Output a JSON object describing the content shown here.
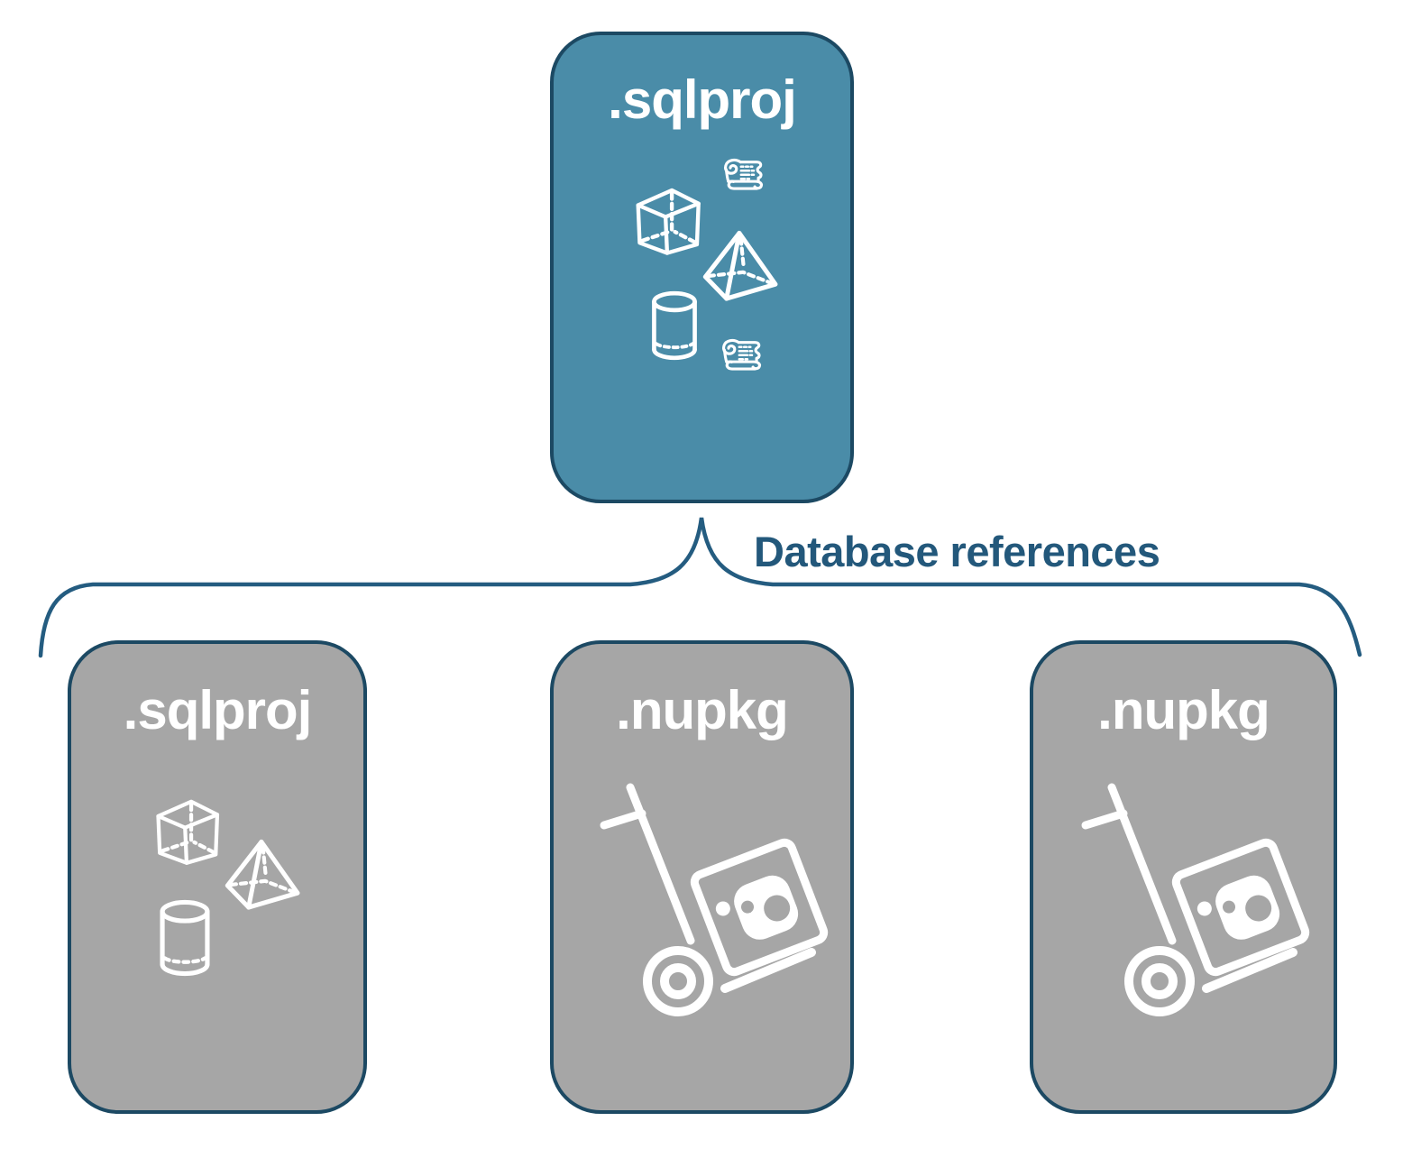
{
  "diagram": {
    "root": {
      "label": ".sqlproj",
      "fill_color": "#4a8ca8",
      "border_color": "#1c4963",
      "icons": [
        "scroll-icon",
        "cube-icon",
        "pyramid-icon",
        "cylinder-icon",
        "scroll-icon"
      ]
    },
    "connector": {
      "label": "Database references",
      "shape": "upward-brace",
      "color": "#245c80"
    },
    "children": [
      {
        "label": ".sqlproj",
        "fill_color": "#a6a6a6",
        "border_color": "#1c4963",
        "icons": [
          "cube-icon",
          "pyramid-icon",
          "cylinder-icon"
        ]
      },
      {
        "label": ".nupkg",
        "fill_color": "#a6a6a6",
        "border_color": "#1c4963",
        "icons": [
          "nuget-handtruck-icon"
        ]
      },
      {
        "label": ".nupkg",
        "fill_color": "#a6a6a6",
        "border_color": "#1c4963",
        "icons": [
          "nuget-handtruck-icon"
        ]
      }
    ],
    "icon_color": "#ffffff",
    "title_color": "#ffffff",
    "background_color": "#ffffff"
  }
}
